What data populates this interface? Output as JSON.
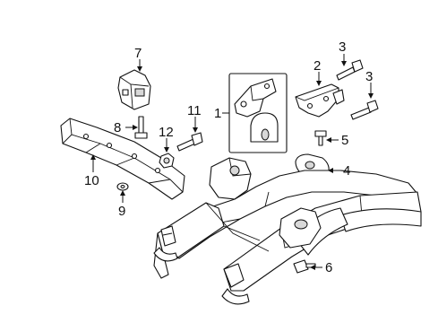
{
  "diagram": {
    "colors": {
      "line": "#111111",
      "background": "#ffffff",
      "shade": "#d8d8d8"
    },
    "callouts": [
      {
        "id": "c7",
        "label": "7"
      },
      {
        "id": "c3a",
        "label": "3"
      },
      {
        "id": "c2",
        "label": "2"
      },
      {
        "id": "c3b",
        "label": "3"
      },
      {
        "id": "c1",
        "label": "1"
      },
      {
        "id": "c11",
        "label": "11"
      },
      {
        "id": "c8",
        "label": "8"
      },
      {
        "id": "c12",
        "label": "12"
      },
      {
        "id": "c5",
        "label": "5"
      },
      {
        "id": "c4",
        "label": "4"
      },
      {
        "id": "c10",
        "label": "10"
      },
      {
        "id": "c9",
        "label": "9"
      },
      {
        "id": "c6",
        "label": "6"
      }
    ]
  }
}
